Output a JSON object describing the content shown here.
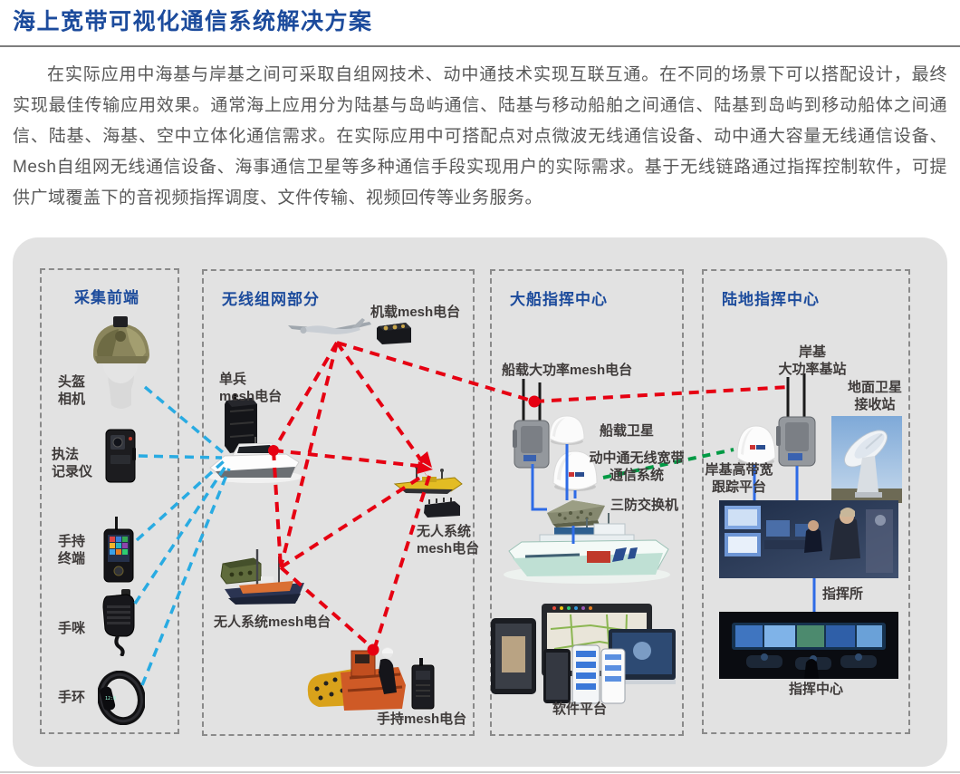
{
  "header": {
    "title": "海上宽带可视化通信系统解决方案"
  },
  "intro": {
    "paragraph": "在实际应用中海基与岸基之间可采取自组网技术、动中通技术实现互联互通。在不同的场景下可以搭配设计，最终实现最佳传输应用效果。通常海上应用分为陆基与岛屿通信、陆基与移动船舶之间通信、陆基到岛屿到移动船体之间通信、陆基、海基、空中立体化通信需求。在实际应用中可搭配点对点微波无线通信设备、动中通大容量无线通信设备、Mesh自组网无线通信设备、海事通信卫星等多种通信手段实现用户的实际需求。基于无线链路通过指挥控制软件，可提供广域覆盖下的音视频指挥调度、文件传输、视频回传等业务服务。"
  },
  "diagram": {
    "collection": {
      "title": "采集前端",
      "helmet": [
        "头盔",
        "相机"
      ],
      "recorder": [
        "执法",
        "记录仪"
      ],
      "terminal": [
        "手持",
        "终端"
      ],
      "mic": "手咪",
      "band": "手环"
    },
    "mesh": {
      "title": "无线组网部分",
      "airborne": "机载mesh电台",
      "soldier": [
        "单兵",
        "mesh电台"
      ],
      "usv": [
        "无人系统",
        "mesh电台"
      ],
      "usv2": "无人系统mesh电台",
      "handheld": "手持mesh电台"
    },
    "shipcc": {
      "title": "大船指挥中心",
      "radio": "船载大功率mesh电台",
      "sat": "船载卫星",
      "sotm": [
        "动中通无线宽带",
        "通信系统"
      ],
      "switch": "三防交换机",
      "software": "软件平台"
    },
    "landcc": {
      "title": "陆地指挥中心",
      "base": [
        "岸基",
        "大功率基站"
      ],
      "dish": [
        "地面卫星",
        "接收站"
      ],
      "tracking": [
        "岸基高带宽",
        "跟踪平台"
      ],
      "post": "指挥所",
      "center": "指挥中心"
    }
  },
  "legend_colors": {
    "mesh_link_red": "#e60012",
    "collection_link_cyan": "#29abe2",
    "satellite_link_green": "#009a44",
    "wired_link_blue": "#2e6be6",
    "accent_blue": "#1c4b9c"
  }
}
